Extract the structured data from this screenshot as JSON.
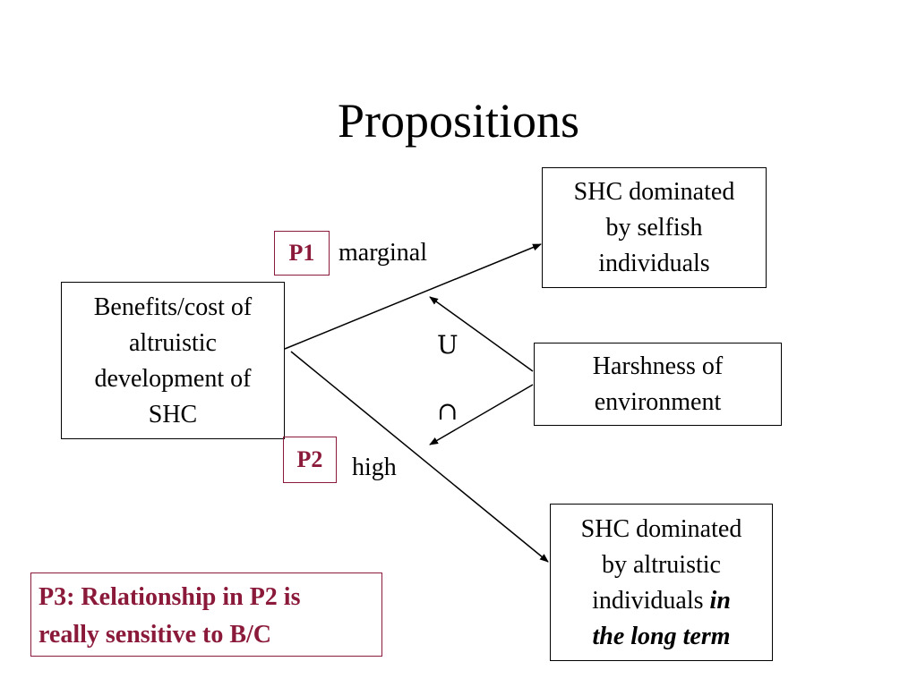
{
  "title": "Propositions",
  "boxes": {
    "source": [
      "Benefits/cost of",
      "altruistic",
      "development of",
      "SHC"
    ],
    "selfish": [
      "SHC dominated",
      "by selfish",
      "individuals"
    ],
    "harshness": [
      "Harshness of",
      "environment"
    ],
    "altruistic": {
      "line1": "SHC dominated",
      "line2": "by altruistic",
      "line3_plain": "individuals ",
      "line3_italic": "in",
      "line4_italic": "the long term"
    }
  },
  "tags": {
    "p1": "P1",
    "p2": "P2"
  },
  "labels": {
    "marginal": "marginal",
    "high": "high"
  },
  "symbols": {
    "union": "U",
    "intersection": "∩"
  },
  "p3": {
    "line1": "P3: Relationship in P2 is",
    "line2": "really sensitive to B/C"
  },
  "colors": {
    "accent": "#8b1a3a",
    "text": "#000000"
  }
}
